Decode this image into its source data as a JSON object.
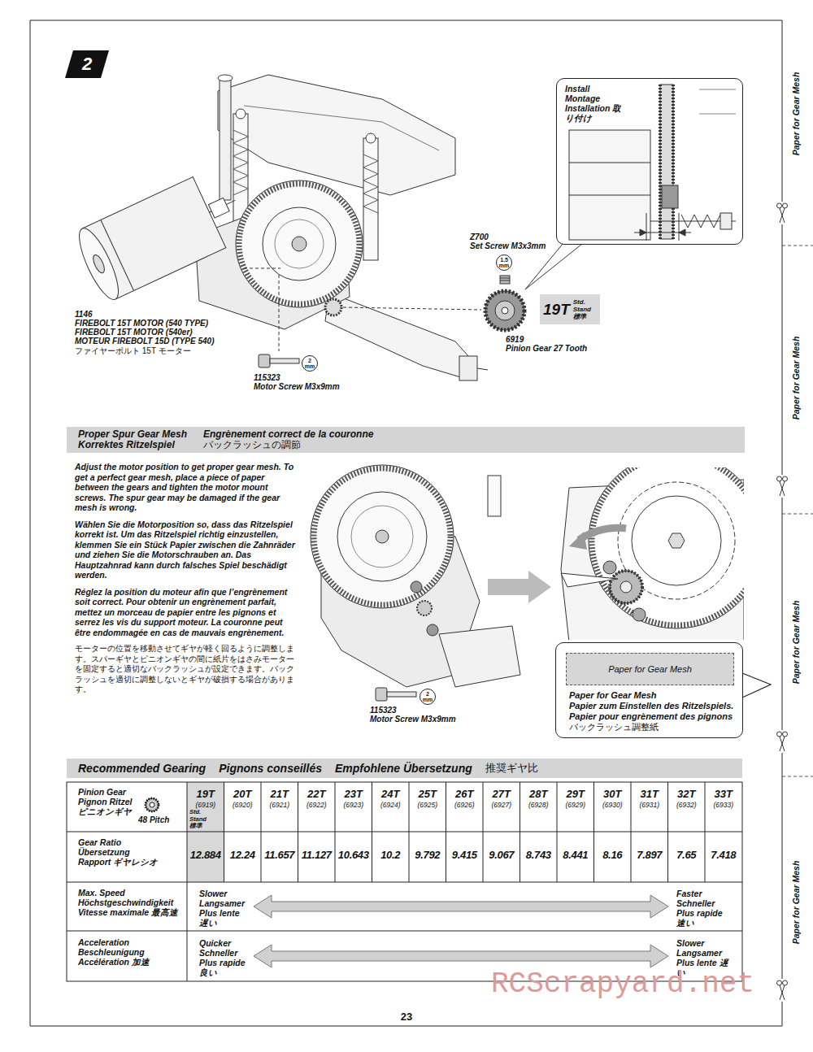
{
  "diagram": {
    "nodes": [
      {
        "text": [
          "2"
        ]
      },
      {
        "text": [
          "Install Montage Installation 取り付け"
        ]
      },
      {
        "text": [
          "1.5 mm"
        ]
      },
      {
        "text": [
          "19T",
          "Std. Stand 標準"
        ]
      },
      {
        "text": [
          "2 mm"
        ]
      },
      {
        "text": [
          "Proper Spur Gear Mesh",
          "Engrènement correct de la couronne",
          "Korrektes Ritzelspiel",
          "バックラッシュの調節"
        ]
      },
      {
        "text": [
          "2 mm"
        ]
      },
      {
        "text": [
          "Paper for Gear Mesh",
          "Papier zum Einstellen des Ritzelspiels.",
          "Papier pour engrènement des pignons",
          "バックラッシュ調整紙"
        ]
      },
      {
        "text": [
          "Paper for Gear Mesh"
        ],
        "in": 7
      },
      {
        "text": [
          "Recommended Gearing",
          "Pignons conseillés",
          "Empfohlene Übersetzung",
          "推奨ギヤ比"
        ]
      }
    ],
    "labels": [
      "Z700",
      "Set Screw M3x3mm",
      "6919",
      "Pinion Gear 27 Tooth",
      "1146",
      "FIREBOLT 15T MOTOR (540 TYPE)",
      "FIREBOLT 15T MOTOR (540er)",
      "MOTEUR FIREBOLT 15D (TYPE 540)",
      "ファイヤーボルト 15T モーター",
      "115323",
      "Motor Screw M3x9mm",
      "Adjust the motor position to get proper gear mesh. To get a perfect gear mesh, place a piece of paper between the gears and tighten the motor mount screws. The spur gear may be damaged if the gear mesh is wrong.",
      "Wählen Sie die Motorposition so, dass das Ritzelspiel korrekt ist. Um das Ritzelspiel richtig einzustellen, klemmen Sie ein Stück Papier zwischen die Zahnräder und ziehen Sie die Motorschrauben an. Das Hauptzahnrad kann durch falsches Spiel beschädigt werden.",
      "Réglez la position du moteur afin que l’engrènement soit correct. Pour obtenir un engrènement parfait, mettez un morceau de papier entre les pignons et serrez les vis du support moteur. La couronne peut être endommagée en cas de mauvais engrènement.",
      "モーターの位置を移動させてギヤが軽く回るように調整します。スパーギヤとピニオンギヤの間に紙片をはさみモーターを固定すると適切なバックラッシュが設定できます。バックラッシュを適切に調整しないとギヤが破損する場合があります。",
      "115323",
      "Motor Screw M3x9mm",
      "Pinion Gear Pignon Ritzel ピニオンギヤ",
      "48 Pitch",
      "19T",
      "(6919)",
      "Std. Stand 標準",
      "20T",
      "(6920)",
      "21T",
      "(6921)",
      "22T",
      "(6922)",
      "23T",
      "(6923)",
      "24T",
      "(6924)",
      "25T",
      "(6925)",
      "26T",
      "(6926)",
      "27T",
      "(6927)",
      "28T",
      "(6928)",
      "29T",
      "(6929)",
      "30T",
      "(6930)",
      "31T",
      "(6931)",
      "32T",
      "(6932)",
      "33T",
      "(6933)",
      "Gear Ratio Übersetzung Rapport ギヤレシオ",
      "12.884",
      "12.24",
      "11.657",
      "11.127",
      "10.643",
      "10.2",
      "9.792",
      "9.415",
      "9.067",
      "8.743",
      "8.441",
      "8.16",
      "7.897",
      "7.65",
      "7.418",
      "Max. Speed Höchstgeschwindigkeit Vitesse maximale 最高速",
      "Slower Langsamer Plus lente 遅い",
      "Faster Schneller Plus rapide 速い",
      "Acceleration Beschleunigung Accélération 加速",
      "Quicker Schneller Plus rapide 良い",
      "Slower Langsamer Plus lente 遅い",
      "23",
      "Paper for Gear Mesh",
      "Paper for Gear Mesh",
      "Paper for Gear Mesh",
      "Paper for Gear Mesh",
      "RCScrapyard.net"
    ]
  }
}
